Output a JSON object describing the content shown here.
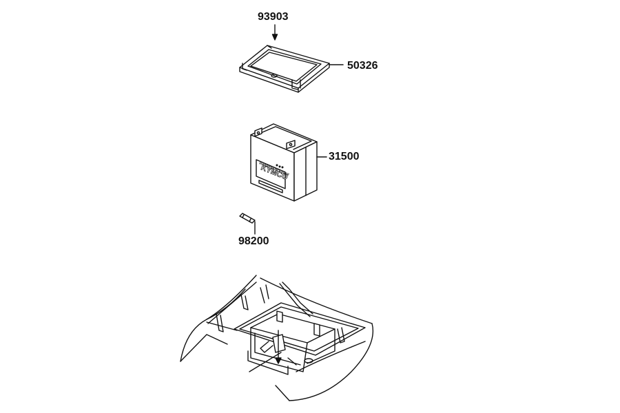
{
  "parts": {
    "bolt": "93903",
    "cover": "50326",
    "battery": "31500",
    "fuse": "98200"
  },
  "battery_markings": {
    "brand": "KYMCO",
    "badge": "MAINTENANCE FREE"
  },
  "colors": {
    "line": "#111111",
    "background": "#ffffff"
  }
}
